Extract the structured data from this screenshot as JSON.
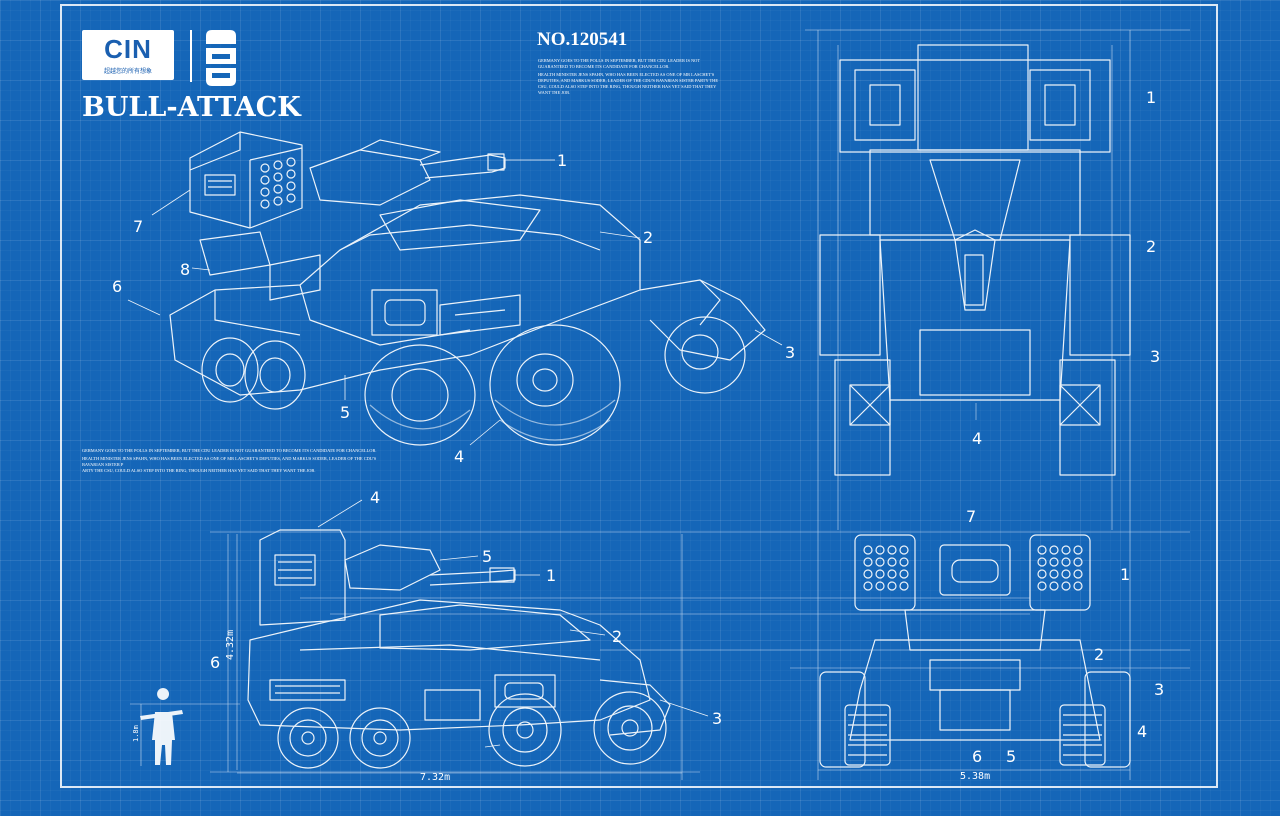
{
  "brand": {
    "logo_text": "CIN",
    "logo_subtitle": "超越您的所有想象",
    "title": "BULL-ATTACK"
  },
  "document": {
    "number": "NO.120541"
  },
  "notes": {
    "top": [
      "GERMANY GOES TO THE POLLS IN SEPTEMBER, BUT THE CDU LEADER IS NOT GUARANTEED TO BECOME ITS CANDIDATE FOR CHANCELLOR.",
      "HEALTH MINISTER JENS SPAHN, WHO HAS BEEN ELECTED AS ONE OF MR LASCHET'S DEPUTIES, AND MARKUS SODER, LEADER OF THE CDU'S BAVARIAN SISTER PARTY THE CSU, COULD ALSO STEP INTO THE RING, THOUGH NEITHER HAS YET SAID THAT THEY WANT THE JOB."
    ],
    "left": [
      "GERMANY GOES TO THE POLLS IN SEPTEMBER, BUT THE CDU LEADER IS NOT GUARANTEED TO BECOME ITS CANDIDATE FOR CHANCELLOR.",
      "HEALTH MINISTER JENS SPAHN, WHO HAS BEEN ELECTED AS ONE OF MR LASCHET'S DEPUTIES, AND MARKUS SODER, LEADER OF THE CDU'S BAVARIAN SISTER P",
      "ARTY THE CSU, COULD ALSO STEP INTO THE RING, THOUGH NEITHER HAS YET SAID THAT THEY WANT THE JOB."
    ]
  },
  "callouts": {
    "iso": [
      "1",
      "2",
      "3",
      "4",
      "5",
      "6",
      "7",
      "8"
    ],
    "side": [
      "1",
      "2",
      "3",
      "4",
      "5",
      "6"
    ],
    "front": [
      "1",
      "2",
      "3",
      "4",
      "5",
      "6",
      "7"
    ]
  },
  "dimensions": {
    "side_length": "7.32m",
    "side_height": "4.32m",
    "figure_height": "1.8m",
    "front_width": "5.38m"
  },
  "colors": {
    "background": "#1566b8",
    "line": "#ffffff"
  }
}
